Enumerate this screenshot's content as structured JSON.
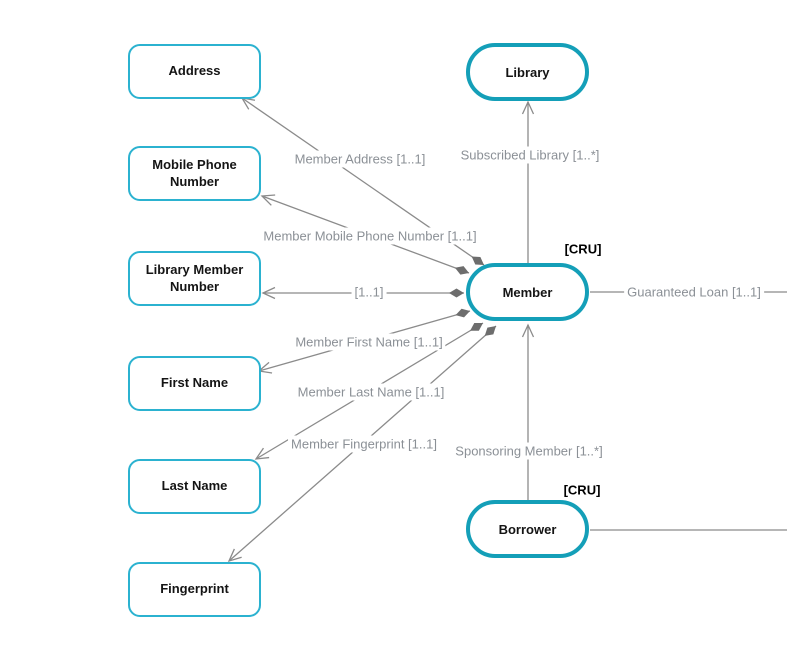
{
  "diagram": {
    "type": "concept-data-model",
    "colors": {
      "canvas_background": "#ffffff",
      "entity_border": "#149fb8",
      "attribute_border": "#2bb2d0",
      "edge_line": "#8b8b8b",
      "diamond_fill": "#6d6d6d",
      "edge_label_text": "#8b9096",
      "node_text": "#141414",
      "stereotype_text": "#000000"
    },
    "attributes": [
      {
        "label": "Address"
      },
      {
        "label": "Mobile Phone Number"
      },
      {
        "label": "Library Member Number"
      },
      {
        "label": "First Name"
      },
      {
        "label": "Last Name"
      },
      {
        "label": "Fingerprint"
      }
    ],
    "entities": [
      {
        "label": "Library"
      },
      {
        "label": "Member",
        "stereotype": "[CRU]"
      },
      {
        "label": "Borrower",
        "stereotype": "[CRU]"
      }
    ],
    "edge_labels": [
      {
        "text": "Member Address [1..1]"
      },
      {
        "text": "Member Mobile Phone Number [1..1]"
      },
      {
        "text": "[1..1]"
      },
      {
        "text": "Member First Name [1..1]"
      },
      {
        "text": "Member Last Name [1..1]"
      },
      {
        "text": "Member Fingerprint [1..1]"
      },
      {
        "text": "Subscribed Library [1..*]"
      },
      {
        "text": "Guaranteed Loan [1..1]"
      },
      {
        "text": "Sponsoring Member [1..*]"
      }
    ]
  }
}
